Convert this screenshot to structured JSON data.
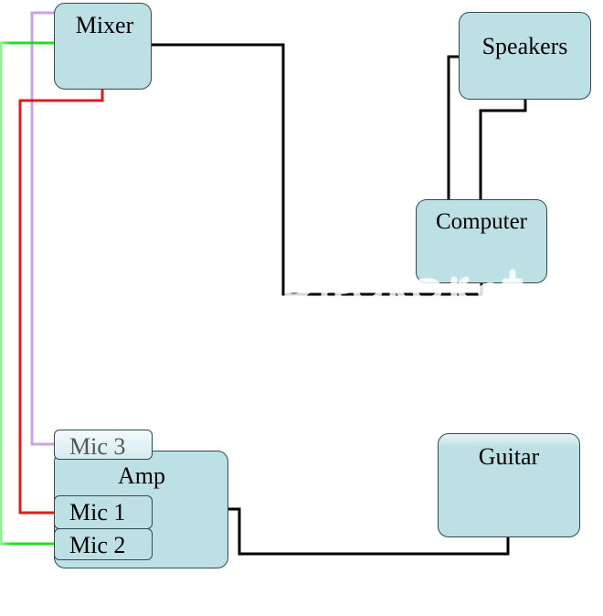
{
  "diagram": {
    "nodes": {
      "mixer": "Mixer",
      "speakers": "Speakers",
      "computer": "Computer",
      "guitar": "Guitar",
      "amp": "Amp",
      "mic1": "Mic 1",
      "mic2": "Mic 2",
      "mic3": "Mic 3"
    },
    "connections": [
      {
        "from": "Mixer",
        "to": "Computer",
        "color": "#000000"
      },
      {
        "from": "Computer",
        "to": "Speakers",
        "color": "#000000"
      },
      {
        "from": "Computer",
        "to": "Speakers",
        "color": "#000000"
      },
      {
        "from": "Mixer",
        "to": "Mic 1",
        "color": "#dd1c1c"
      },
      {
        "from": "Mixer",
        "to": "Mic 2",
        "color": "#22dd22"
      },
      {
        "from": "Mixer",
        "to": "Mic 3",
        "color": "#c9a3e6"
      },
      {
        "from": "Amp",
        "to": "Guitar",
        "color": "#000000"
      }
    ],
    "colors": {
      "box_fill": "#bde0e5",
      "box_border": "#2f4a50",
      "wire_black": "#000000",
      "wire_red": "#dd1c1c",
      "wire_green": "#22dd22",
      "wire_purple": "#c9a3e6"
    }
  }
}
